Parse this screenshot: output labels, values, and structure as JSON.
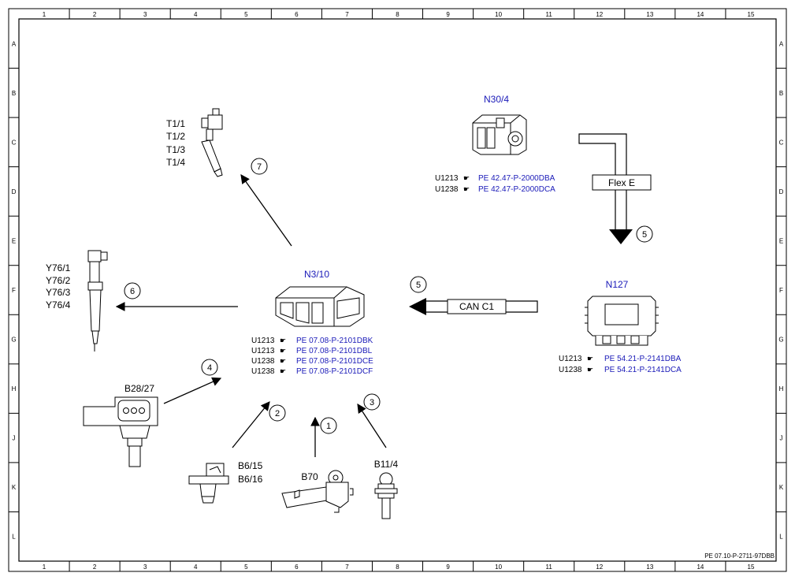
{
  "grid": {
    "columns": [
      "1",
      "2",
      "3",
      "4",
      "5",
      "6",
      "7",
      "8",
      "9",
      "10",
      "11",
      "12",
      "13",
      "14",
      "15"
    ],
    "rows": [
      "A",
      "B",
      "C",
      "D",
      "E",
      "F",
      "G",
      "H",
      "J",
      "K",
      "L"
    ]
  },
  "components": {
    "n30_4": {
      "label": "N30/4",
      "refs": [
        {
          "code": "U1213",
          "doc": "PE 42.47-P-2000DBA"
        },
        {
          "code": "U1238",
          "doc": "PE 42.47-P-2000DCA"
        }
      ]
    },
    "n3_10": {
      "label": "N3/10",
      "refs": [
        {
          "code": "U1213",
          "doc": "PE 07.08-P-2101DBK"
        },
        {
          "code": "U1213",
          "doc": "PE 07.08-P-2101DBL"
        },
        {
          "code": "U1238",
          "doc": "PE 07.08-P-2101DCE"
        },
        {
          "code": "U1238",
          "doc": "PE 07.08-P-2101DCF"
        }
      ]
    },
    "n127": {
      "label": "N127",
      "refs": [
        {
          "code": "U1213",
          "doc": "PE 54.21-P-2141DBA"
        },
        {
          "code": "U1238",
          "doc": "PE 54.21-P-2141DCA"
        }
      ]
    },
    "t1": {
      "labels": [
        "T1/1",
        "T1/2",
        "T1/3",
        "T1/4"
      ]
    },
    "y76": {
      "labels": [
        "Y76/1",
        "Y76/2",
        "Y76/3",
        "Y76/4"
      ]
    },
    "b28_27": {
      "label": "B28/27"
    },
    "b6": {
      "labels": [
        "B6/15",
        "B6/16"
      ]
    },
    "b70": {
      "label": "B70"
    },
    "b11_4": {
      "label": "B11/4"
    }
  },
  "signals": {
    "flex_e": "Flex E",
    "can_c1": "CAN C1"
  },
  "callouts": {
    "c1": "1",
    "c2": "2",
    "c3": "3",
    "c4": "4",
    "c5a": "5",
    "c5b": "5",
    "c6": "6",
    "c7": "7"
  },
  "footer": {
    "doc_ref": "PE 07.10-P-2711-97DBB"
  },
  "colors": {
    "link": "#1a1ab8",
    "frame": "#000000",
    "panel": "#e8e8e8"
  }
}
